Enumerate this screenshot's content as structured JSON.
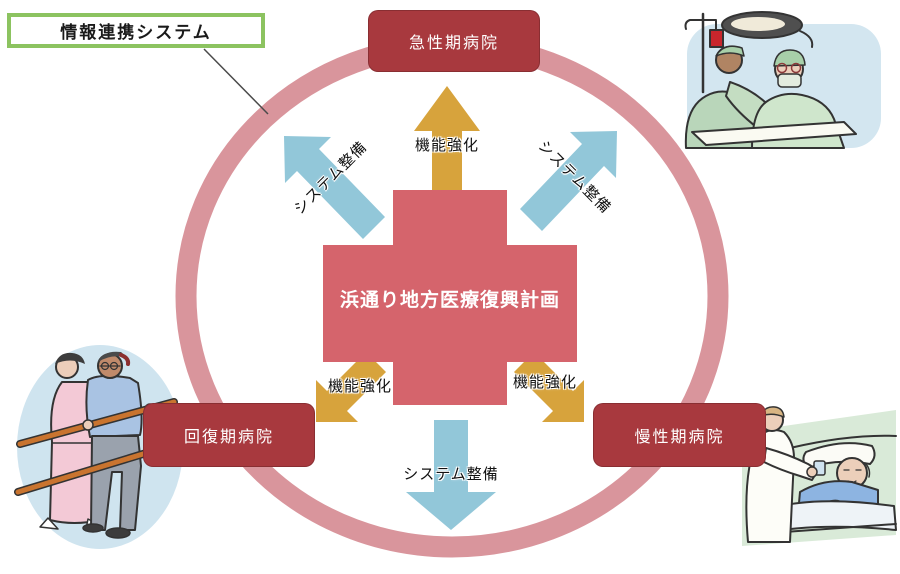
{
  "colors": {
    "ring": "#d9959c",
    "node": "#a8393e",
    "cross": "#d5646c",
    "gold": "#d7a33c",
    "blue": "#92c7d9",
    "legend": "#8cc360"
  },
  "legend": {
    "label": "情報連携システム"
  },
  "center": {
    "label": "浜通り地方医療復興計画"
  },
  "nodes": {
    "acute": {
      "label": "急性期病院"
    },
    "recovery": {
      "label": "回復期病院"
    },
    "chronic": {
      "label": "慢性期病院"
    }
  },
  "arrow_labels": {
    "function": "機能強化",
    "system": "システム整備"
  },
  "illustrations": {
    "top_right": "surgery operating room scene",
    "bottom_left": "rehabilitation walking training scene",
    "bottom_right": "bedside nursing care scene"
  }
}
